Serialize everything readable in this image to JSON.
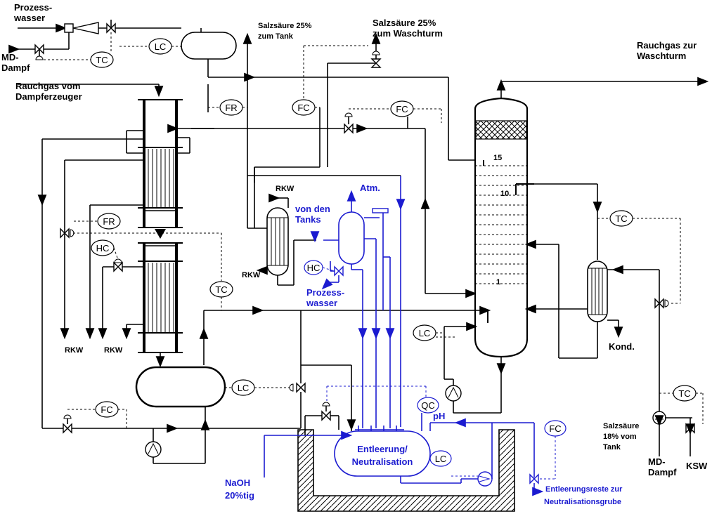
{
  "labels": {
    "prozesswasser_top_1": "Prozess-",
    "prozesswasser_top_2": "wasser",
    "md_dampf_left_1": "MD-",
    "md_dampf_left_2": "Dampf",
    "rauchgas_in_1": "Rauchgas vom",
    "rauchgas_in_2": "Dampferzeuger",
    "salzsaeure_tank_1": "Salzsäure 25%",
    "salzsaeure_tank_2": "zum Tank",
    "salzsaeure_wasch_1": "Salzsäure 25%",
    "salzsaeure_wasch_2": "zum Waschturm",
    "rauchgas_out_1": "Rauchgas zur",
    "rauchgas_out_2": "Waschturm",
    "rkw_top": "RKW",
    "rkw_mid": "RKW",
    "rkw_bottom_1": "RKW",
    "rkw_bottom_2": "RKW",
    "atm": "Atm.",
    "von_den_tanks_1": "von den",
    "von_den_tanks_2": "Tanks",
    "prozesswasser_mid_1": "Prozess-",
    "prozesswasser_mid_2": "wasser",
    "tray_15": "15",
    "tray_10": "10",
    "tray_1": "1",
    "kond": "Kond.",
    "salzsaeure_18_1": "Salzsäure",
    "salzsaeure_18_2": "18% vom",
    "salzsaeure_18_3": "Tank",
    "md_dampf_right_1": "MD-",
    "md_dampf_right_2": "Dampf",
    "ksw": "KSW",
    "naoh_1": "NaOH",
    "naoh_2": "20%tig",
    "entleerung_1": "Entleerung/",
    "entleerung_2": "Neutralisation",
    "entleerungsreste_1": "Entleerungsreste zur",
    "entleerungsreste_2": "Neutralisationsgrube",
    "ph": "pH"
  },
  "instruments": {
    "tc_top": "TC",
    "lc_top": "LC",
    "fr_left": "FR",
    "fc_mid": "FC",
    "fc_right": "FC",
    "fr_lower": "FR",
    "hc_left": "HC",
    "hc_blue": "HC",
    "tc_mid": "TC",
    "lc_center": "LC",
    "lc_vessel": "LC",
    "fc_bottom": "FC",
    "qc": "QC",
    "lc_neutral": "LC",
    "fc_blue": "FC",
    "tc_right": "TC",
    "tc_right_low": "TC"
  }
}
